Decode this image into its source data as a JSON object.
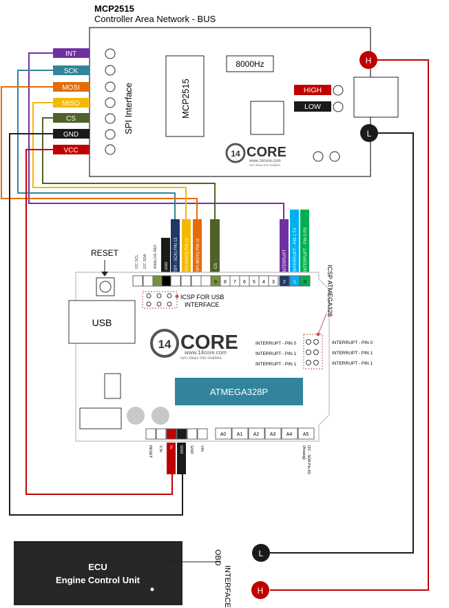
{
  "header": {
    "title": "MCP2515",
    "subtitle": "Controller Area Network - BUS"
  },
  "module": {
    "chip": "MCP2515",
    "spi_label": "SPI Interface",
    "crystal": "8000Hz",
    "high_label": "HIGH",
    "low_label": "LOW",
    "pins": [
      {
        "label": "INT",
        "color": "#7030a0"
      },
      {
        "label": "SCK",
        "color": "#31849b"
      },
      {
        "label": "MOSI",
        "color": "#e36c09"
      },
      {
        "label": "MISO",
        "color": "#f5b800"
      },
      {
        "label": "CS",
        "color": "#4f6228"
      },
      {
        "label": "GND",
        "color": "#1a1a1a"
      },
      {
        "label": "VCC",
        "color": "#c00000"
      }
    ],
    "logo": {
      "brand_a": "14",
      "brand_b": "CORE",
      "url": "www.14core.com",
      "tagline": "turn ideas into realities"
    }
  },
  "can_terminals": {
    "high": "H",
    "low": "L"
  },
  "arduino": {
    "reset_label": "RESET",
    "usb_label": "USB",
    "icsp_usb_line1": "ICSP FOR USB",
    "icsp_usb_line2": "INTERFACE",
    "icsp_atmega": "ICSP ATMEGA328",
    "mcu": "ATMEGA328P",
    "logo": {
      "brand_a": "14",
      "brand_b": "CORE",
      "url": "www.14core.com",
      "tagline": "turn ideas into realities"
    },
    "top_header_plain": [
      "8",
      "7",
      "6",
      "5",
      "4",
      "3"
    ],
    "top_pin_13": "",
    "cs_pin": "CS",
    "cs_num": "9",
    "pin2": "2",
    "pin1": "1",
    "pin0": "0",
    "small_labels": [
      "I2C SCL",
      "I2C SDA",
      "ANALOG REF",
      "GND"
    ],
    "wire_tags": {
      "sck": "(SPI - SCK) PIN 13",
      "miso": "(SPI-MISO) PIN 12",
      "mosi": "(SPI-MOSI) PIN 11",
      "cs": "CS",
      "int": "INTERRUPT",
      "tx": "INTERRUPT - PIN 1 TX",
      "rx": "INTERRUPT - PIN 0 RX"
    },
    "icsp_rows_left": [
      "INTERRUPT - PIN 0",
      "INTERRUPT - PIN 1",
      "INTERRUPT - PIN 1"
    ],
    "icsp_rows_right": [
      "INTERRUPT - PIN 0",
      "INTERRUPT - PIN 1",
      "INTERRUPT - PIN 1"
    ],
    "analog": [
      "A0",
      "A1",
      "A2",
      "A3",
      "A4",
      "A5"
    ],
    "power_labels": [
      "RESET",
      "3.3v",
      "5v",
      "GND",
      "GND",
      "VIN"
    ],
    "sda_label": "I2C - SDA Pin A5",
    "sda_sub": "(Analog)"
  },
  "ecu": {
    "title": "ECU",
    "subtitle": "Engine Control Unit",
    "obd1": "OBD",
    "obd2": "INTERFACE"
  },
  "colors": {
    "red": "#c00000",
    "navy": "#1f3864",
    "yellow": "#f5b800",
    "orange": "#e36c09",
    "olive": "#4f6228",
    "purple": "#7030a0",
    "blue": "#00b0f0",
    "green": "#00b050",
    "teal": "#31849b",
    "dark": "#1a1a1a"
  }
}
